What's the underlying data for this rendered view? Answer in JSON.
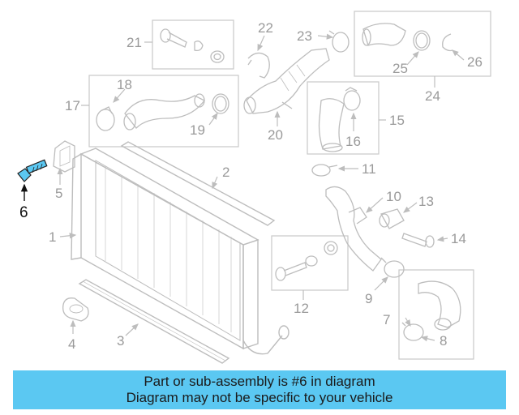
{
  "callouts": {
    "c1": "1",
    "c2": "2",
    "c3": "3",
    "c4": "4",
    "c5": "5",
    "c6": "6",
    "c7": "7",
    "c8": "8",
    "c9": "9",
    "c10": "10",
    "c11": "11",
    "c12": "12",
    "c13": "13",
    "c14": "14",
    "c15": "15",
    "c16": "16",
    "c17": "17",
    "c18": "18",
    "c19": "19",
    "c20": "20",
    "c21": "21",
    "c22": "22",
    "c23": "23",
    "c24": "24",
    "c25": "25",
    "c26": "26"
  },
  "highlight_part": "6",
  "colors": {
    "highlight": "#5bc8f2",
    "line": "#bdbdbd",
    "banner": "#5bc8f2"
  },
  "banner": {
    "line1": "Part or sub-assembly is #6 in diagram",
    "line2": "Diagram may not be specific to your vehicle"
  }
}
